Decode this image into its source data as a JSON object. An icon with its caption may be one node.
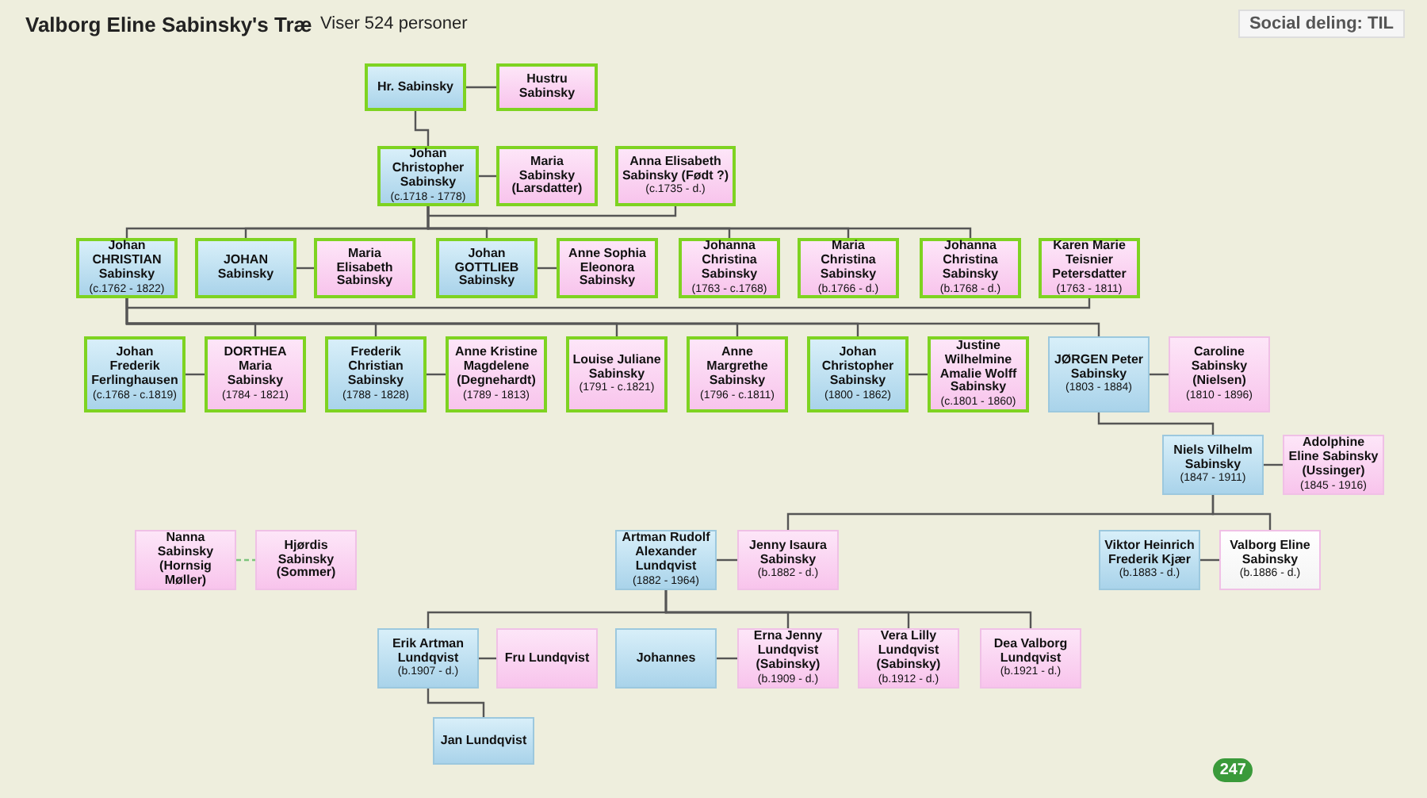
{
  "diagram": {
    "title": "Valborg Eline Sabinsky's Træ",
    "nodes": [
      {
        "text": [
          "Hr. Sabinsky"
        ]
      },
      {
        "text": [
          "Hustru Sabinsky"
        ]
      },
      {
        "text": [
          "Johan Christopher Sabinsky",
          "(c.1718 - 1778)"
        ]
      },
      {
        "text": [
          "Maria Sabinsky (Larsdatter)"
        ]
      },
      {
        "text": [
          "Anna Elisabeth Sabinsky (Født ?)",
          "(c.1735 - d.)"
        ]
      },
      {
        "text": [
          "Johan CHRISTIAN Sabinsky",
          "(c.1762 - 1822)"
        ]
      },
      {
        "text": [
          "JOHAN Sabinsky"
        ]
      },
      {
        "text": [
          "Maria Elisabeth Sabinsky"
        ]
      },
      {
        "text": [
          "Johan GOTTLIEB Sabinsky"
        ]
      },
      {
        "text": [
          "Anne Sophia Eleonora Sabinsky"
        ]
      },
      {
        "text": [
          "Johanna Christina Sabinsky",
          "(1763 - c.1768)"
        ]
      },
      {
        "text": [
          "Maria Christina Sabinsky",
          "(b.1766 - d.)"
        ]
      },
      {
        "text": [
          "Johanna Christina Sabinsky",
          "(b.1768 - d.)"
        ]
      },
      {
        "text": [
          "Karen Marie Teisnier Petersdatter",
          "(1763 - 1811)"
        ]
      },
      {
        "text": [
          "Johan Frederik Ferlinghausen",
          "(c.1768 - c.1819)"
        ]
      },
      {
        "text": [
          "DORTHEA Maria Sabinsky",
          "(1784 - 1821)"
        ]
      },
      {
        "text": [
          "Frederik Christian Sabinsky",
          "(1788 - 1828)"
        ]
      },
      {
        "text": [
          "Anne Kristine Magdelene (Degnehardt)",
          "(1789 - 1813)"
        ]
      },
      {
        "text": [
          "Louise Juliane Sabinsky",
          "(1791 - c.1821)"
        ]
      },
      {
        "text": [
          "Anne Margrethe Sabinsky",
          "(1796 - c.1811)"
        ]
      },
      {
        "text": [
          "Johan Christopher Sabinsky",
          "(1800 - 1862)"
        ]
      },
      {
        "text": [
          "Justine Wilhelmine Amalie Wolff Sabinsky",
          "(c.1801 - 1860)"
        ]
      },
      {
        "text": [
          "JØRGEN Peter Sabinsky",
          "(1803 - 1884)"
        ]
      },
      {
        "text": [
          "Caroline Sabinsky (Nielsen)",
          "(1810 - 1896)"
        ]
      },
      {
        "text": [
          "Niels Vilhelm Sabinsky",
          "(1847 - 1911)"
        ]
      },
      {
        "text": [
          "Adolphine Eline Sabinsky (Ussinger)",
          "(1845 - 1916)"
        ]
      },
      {
        "text": [
          "Nanna Sabinsky (Hornsig Møller)"
        ]
      },
      {
        "text": [
          "Hjørdis Sabinsky (Sommer)"
        ]
      },
      {
        "text": [
          "Artman Rudolf Alexander Lundqvist",
          "(1882 - 1964)"
        ]
      },
      {
        "text": [
          "Jenny Isaura Sabinsky",
          "(b.1882 - d.)"
        ]
      },
      {
        "text": [
          "Viktor Heinrich Frederik Kjær",
          "(b.1883 - d.)"
        ]
      },
      {
        "text": [
          "Valborg Eline Sabinsky",
          "(b.1886 - d.)"
        ]
      },
      {
        "text": [
          "Erik Artman Lundqvist",
          "(b.1907 - d.)"
        ]
      },
      {
        "text": [
          "Fru Lundqvist"
        ]
      },
      {
        "text": [
          "Johannes"
        ]
      },
      {
        "text": [
          "Erna Jenny Lundqvist (Sabinsky)",
          "(b.1909 - d.)"
        ]
      },
      {
        "text": [
          "Vera Lilly Lundqvist (Sabinsky)",
          "(b.1912 - d.)"
        ]
      },
      {
        "text": [
          "Dea Valborg Lundqvist",
          "(b.1921 - d.)"
        ]
      },
      {
        "text": [
          "Jan Lundqvist"
        ]
      }
    ],
    "edges": [
      {
        "from": 0,
        "to": 1,
        "arrow": "none"
      },
      {
        "from": 0,
        "to": 2,
        "arrow": "none"
      },
      {
        "from": 2,
        "to": 3,
        "arrow": "none"
      },
      {
        "from": 2,
        "to": 4,
        "arrow": "none"
      },
      {
        "from": 2,
        "to": 5,
        "arrow": "none"
      },
      {
        "from": 2,
        "to": 6,
        "arrow": "none"
      },
      {
        "from": 6,
        "to": 7,
        "arrow": "none"
      },
      {
        "from": 2,
        "to": 8,
        "arrow": "none"
      },
      {
        "from": 8,
        "to": 9,
        "arrow": "none"
      },
      {
        "from": 2,
        "to": 10,
        "arrow": "none"
      },
      {
        "from": 2,
        "to": 11,
        "arrow": "none"
      },
      {
        "from": 2,
        "to": 12,
        "arrow": "none"
      },
      {
        "from": 5,
        "to": 13,
        "arrow": "none"
      },
      {
        "from": 14,
        "to": 15,
        "arrow": "none"
      },
      {
        "from": 5,
        "to": 15,
        "arrow": "none"
      },
      {
        "from": 5,
        "to": 16,
        "arrow": "none"
      },
      {
        "from": 16,
        "to": 17,
        "arrow": "none"
      },
      {
        "from": 5,
        "to": 18,
        "arrow": "none"
      },
      {
        "from": 5,
        "to": 19,
        "arrow": "none"
      },
      {
        "from": 5,
        "to": 20,
        "arrow": "none"
      },
      {
        "from": 20,
        "to": 21,
        "arrow": "none"
      },
      {
        "from": 5,
        "to": 22,
        "arrow": "none"
      },
      {
        "from": 22,
        "to": 23,
        "arrow": "none"
      },
      {
        "from": 22,
        "to": 24,
        "arrow": "none"
      },
      {
        "from": 24,
        "to": 25,
        "arrow": "none"
      },
      {
        "from": 26,
        "to": 27,
        "arrow": "none",
        "style": "dashed",
        "color": "#7cc47c"
      },
      {
        "from": 24,
        "to": 29,
        "arrow": "none"
      },
      {
        "from": 28,
        "to": 29,
        "arrow": "none"
      },
      {
        "from": 24,
        "to": 31,
        "arrow": "none"
      },
      {
        "from": 30,
        "to": 31,
        "arrow": "none"
      },
      {
        "from": 28,
        "to": 32,
        "arrow": "none"
      },
      {
        "from": 32,
        "to": 33,
        "arrow": "none"
      },
      {
        "from": 34,
        "to": 35,
        "arrow": "none"
      },
      {
        "from": 28,
        "to": 35,
        "arrow": "none"
      },
      {
        "from": 28,
        "to": 36,
        "arrow": "none"
      },
      {
        "from": 28,
        "to": 37,
        "arrow": "none"
      },
      {
        "from": 32,
        "to": 38,
        "arrow": "none"
      }
    ],
    "labels": [
      "Viser 524 personer",
      "Social deling: TIL",
      "247"
    ]
  }
}
